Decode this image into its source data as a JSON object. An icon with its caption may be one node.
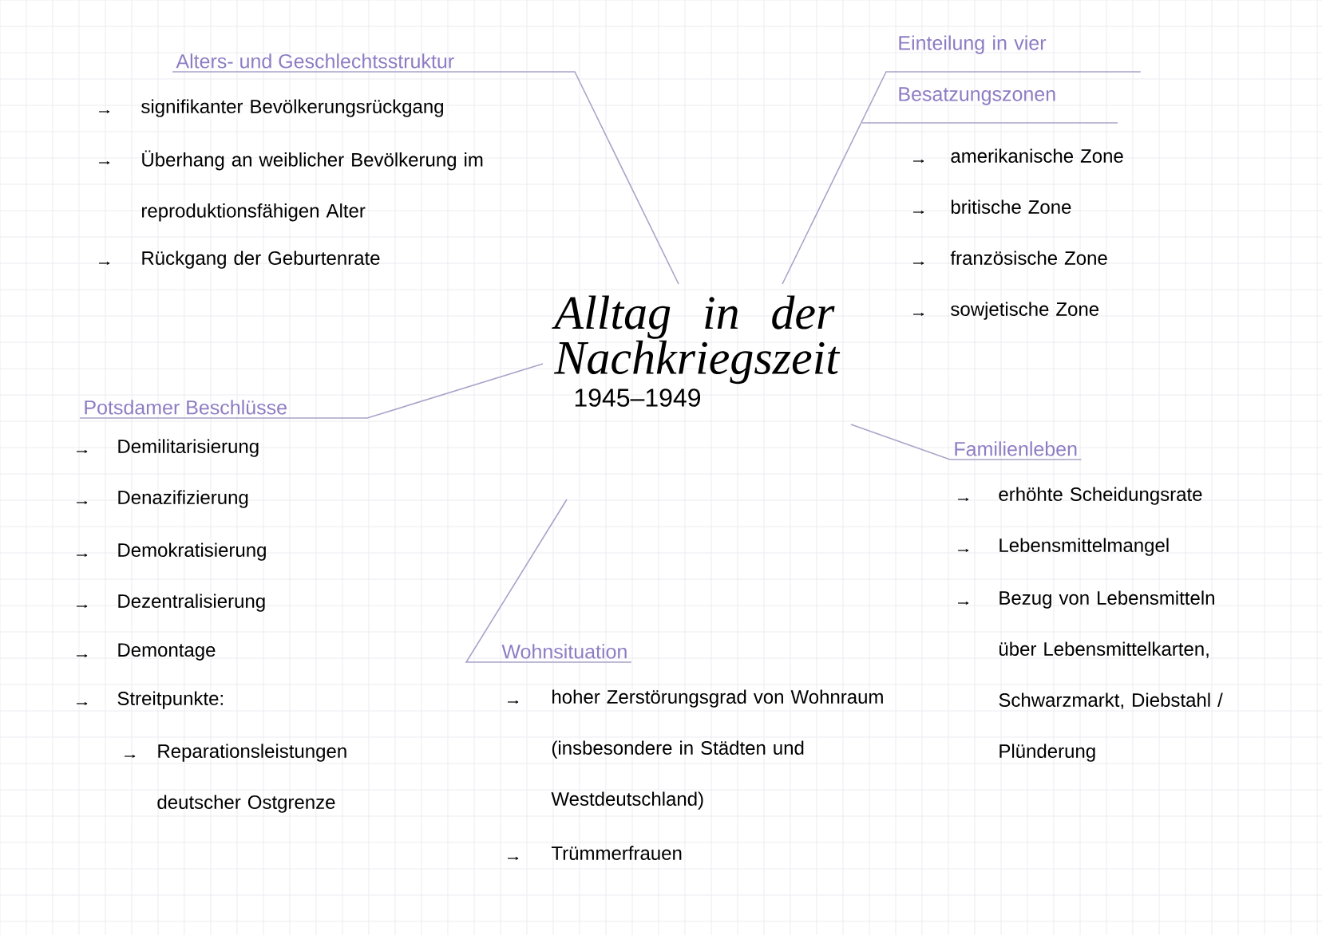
{
  "diagram": {
    "nodes": [
      {
        "text": [
          "Alltag in der Nachkriegszeit",
          "1945–1949"
        ]
      },
      {
        "text": [
          "Alters- und Geschlechtsstruktur"
        ],
        "beside": [
          "signifikanter Bevölkerungsrückgang",
          "Überhang an weiblicher Bevölkerung im reproduktionsfähigen Alter",
          "Rückgang der Geburtenrate"
        ]
      },
      {
        "text": [
          "Einteilung in vier Besatzungszonen"
        ],
        "beside": [
          "amerikanische Zone",
          "britische Zone",
          "französische Zone",
          "sowjetische Zone"
        ]
      },
      {
        "text": [
          "Potsdamer Beschlüsse"
        ],
        "beside": [
          "Demilitarisierung",
          "Denazifizierung",
          "Demokratisierung",
          "Dezentralisierung",
          "Demontage",
          "Streitpunkte:",
          "Reparationsleistungen deutscher Ostgrenze"
        ]
      },
      {
        "text": [
          "Familienleben"
        ],
        "beside": [
          "erhöhte Scheidungsrate",
          "Lebensmittelmangel",
          "Bezug von Lebensmitteln über Lebensmittelkarten, Schwarzmarkt, Diebstahl / Plünderung"
        ]
      },
      {
        "text": [
          "Wohnsituation"
        ],
        "beside": [
          "hoher Zerstörungsgrad von Wohnraum (insbesondere in Städten und Westdeutschland)",
          "Trümmerfrauen"
        ]
      }
    ],
    "edges": [
      {
        "from": 0,
        "to": 1,
        "arrow": "none"
      },
      {
        "from": 0,
        "to": 2,
        "arrow": "none"
      },
      {
        "from": 0,
        "to": 3,
        "arrow": "none"
      },
      {
        "from": 0,
        "to": 4,
        "arrow": "none"
      },
      {
        "from": 0,
        "to": 5,
        "arrow": "none"
      }
    ]
  }
}
